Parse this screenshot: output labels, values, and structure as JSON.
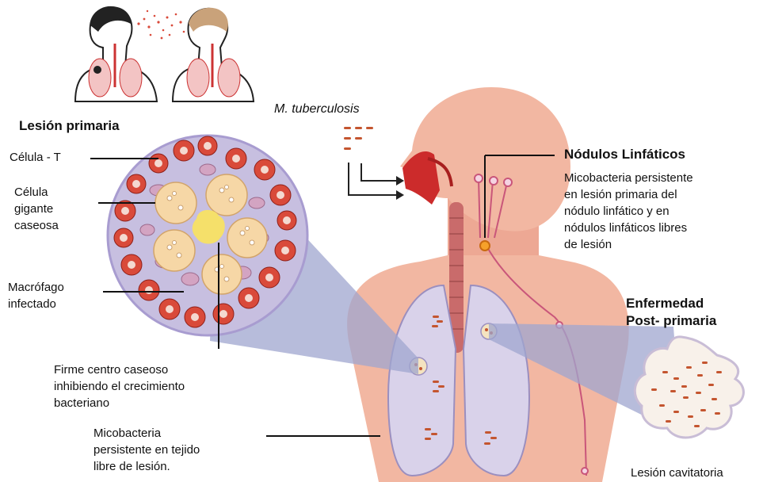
{
  "labels": {
    "primary_lesion_title": "Lesión primaria",
    "t_cell": "Célula - T",
    "giant_cell": [
      "Célula",
      "gigante",
      "caseosa"
    ],
    "macrophage": [
      "Macrófago",
      "infectado"
    ],
    "caseous_center": [
      "Firme centro caseoso",
      "inhibiendo  el crecimiento",
      "bacteriano"
    ],
    "healthy_tissue": [
      "Micobacteria",
      "persistente en tejido",
      "libre de lesión."
    ],
    "m_tuberculosis": "M. tuberculosis",
    "lymph_nodes_title": "Nódulos Linfáticos",
    "lymph_nodes_desc": [
      "Micobacteria persistente",
      "en lesión primaria del",
      "nódulo linfático y en",
      "nódulos linfáticos libres",
      "de lesión"
    ],
    "post_primary_title": [
      "Enfermedad",
      "Post- primaria"
    ],
    "cavitary_lesion": "Lesión cavitatoria"
  },
  "colors": {
    "skin": "#f2b7a2",
    "skin_dark": "#e89a85",
    "lung": "#d9d2ea",
    "lung_stroke": "#9b8fbf",
    "callout_fill": "#9fa6cf",
    "granuloma_bg": "#c7bfe0",
    "red_cell": "#d94a3a",
    "giant_cell": "#f6d7a6",
    "caseous_core": "#f5e06a",
    "trachea": "#c96b6b",
    "nasal": "#cc2b2b"
  }
}
